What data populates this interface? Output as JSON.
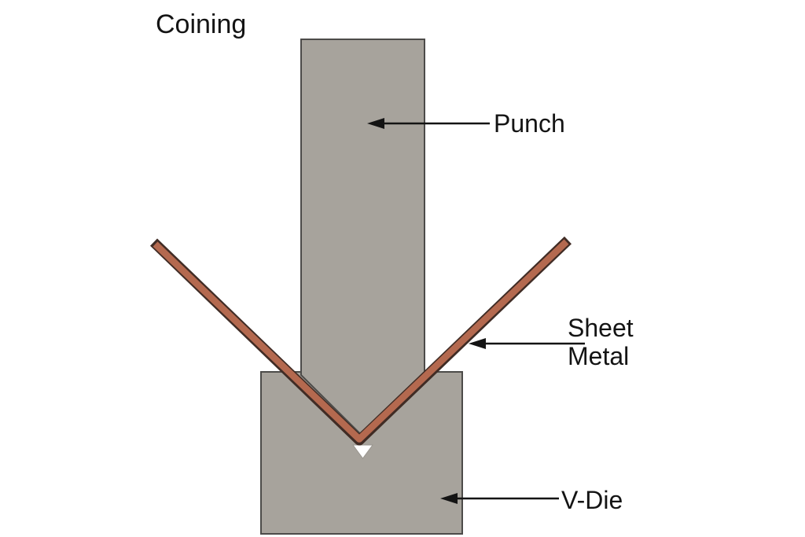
{
  "diagram": {
    "title": "Coining",
    "components": {
      "punch": {
        "label": "Punch"
      },
      "sheet_metal": {
        "label_line1": "Sheet",
        "label_line2": "Metal"
      },
      "v_die": {
        "label": "V-Die"
      }
    },
    "colors": {
      "background": "#ffffff",
      "tooling_fill": "#a7a39c",
      "tooling_outline": "#4c4b49",
      "sheet_fill": "#b4694f",
      "sheet_outline": "#402c25",
      "notch_fill": "#ffffff",
      "text": "#141414",
      "arrow": "#141414"
    }
  }
}
